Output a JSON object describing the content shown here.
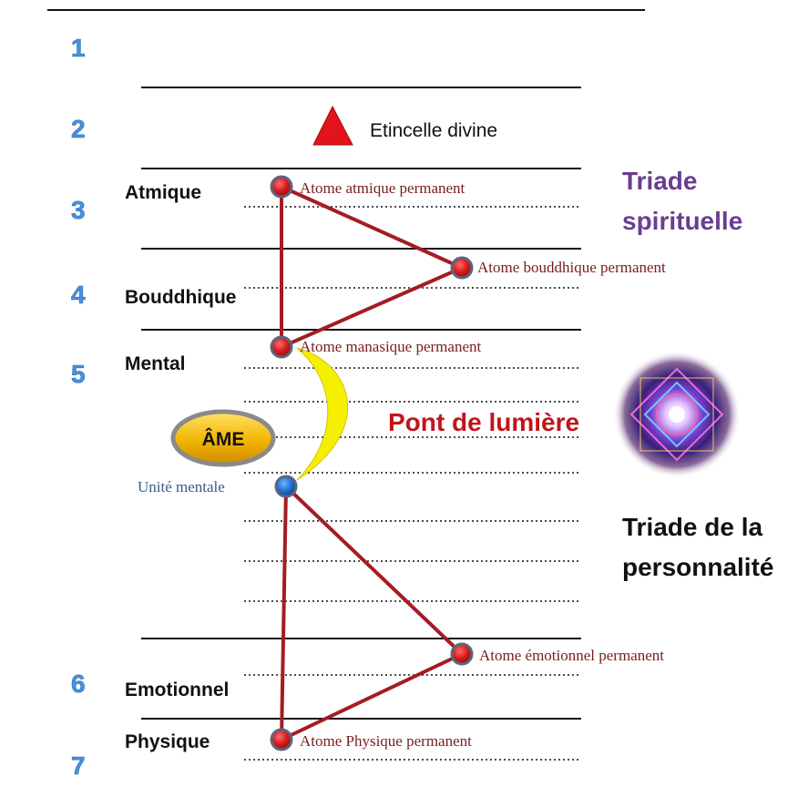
{
  "levels": {
    "n1": "1",
    "n2": "2",
    "n3": "3",
    "n4": "4",
    "n5": "5",
    "n6": "6",
    "n7": "7"
  },
  "planes": {
    "atmique": "Atmique",
    "bouddhique": "Bouddhique",
    "mental": "Mental",
    "emotionnel": "Emotionnel",
    "physique": "Physique"
  },
  "labels": {
    "etincelle": "Etincelle divine",
    "atome_atmique": "Atome atmique permanent",
    "atome_bouddhique": "Atome bouddhique permanent",
    "atome_manasique": "Atome manasique permanent",
    "unite_mentale": "Unité mentale",
    "atome_emotionnel": "Atome émotionnel permanent",
    "atome_physique": "Atome Physique permanent",
    "ame": "ÂME",
    "pont": "Pont de lumière",
    "triade_spirituelle_1": "Triade",
    "triade_spirituelle_2": "spirituelle",
    "triade_personnalite_1": "Triade de la",
    "triade_personnalite_2": "personnalité"
  },
  "colors": {
    "level_number": "#4a90d9",
    "triangle": "#a31c24",
    "atom": "#d41a1a",
    "mental_unit": "#1f6fd0",
    "bridge": "#f5f000",
    "ame_fill": "#f2b500",
    "triade_spirituelle": "#6a3d91",
    "pont": "#c0151b"
  }
}
